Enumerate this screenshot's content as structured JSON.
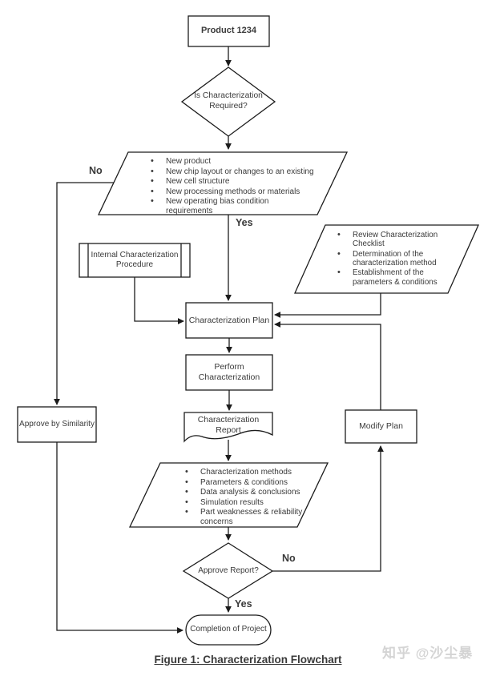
{
  "page": {
    "caption": "Figure 1: Characterization Flowchart",
    "watermark": "知乎 @沙尘暴"
  },
  "colors": {
    "line": "#1c1c1c",
    "text": "#3a3a3a",
    "watermark": "#d4d4d4",
    "background": "#ffffff"
  },
  "nodes": {
    "product": {
      "label": "Product 1234"
    },
    "decision_required": {
      "label": "Is Characterization Required?"
    },
    "new_triggers": {
      "items": [
        "New product",
        "New chip layout or changes to an existing",
        "New cell structure",
        "New processing methods or materials",
        "New operating bias condition requirements"
      ]
    },
    "internal_procedure": {
      "label": "Internal Characterization Procedure"
    },
    "plan_inputs": {
      "items": [
        "Review Characterization Checklist",
        "Determination of the characterization method",
        "Establishment of the parameters & conditions"
      ]
    },
    "characterization_plan": {
      "label": "Characterization Plan"
    },
    "perform_characterization": {
      "label": "Perform Characterization"
    },
    "characterization_report": {
      "label": "Characterization Report"
    },
    "report_contents": {
      "items": [
        "Characterization methods",
        "Parameters & conditions",
        "Data analysis & conclusions",
        "Simulation results",
        "Part weaknesses & reliability concerns"
      ]
    },
    "approve_report": {
      "label": "Approve Report?"
    },
    "completion": {
      "label": "Completion of Project"
    },
    "approve_by_similarity": {
      "label": "Approve by Similarity"
    },
    "modify_plan": {
      "label": "Modify Plan"
    }
  },
  "edges": {
    "no_top": "No",
    "yes_top": "Yes",
    "no_bottom": "No",
    "yes_bottom": "Yes"
  }
}
